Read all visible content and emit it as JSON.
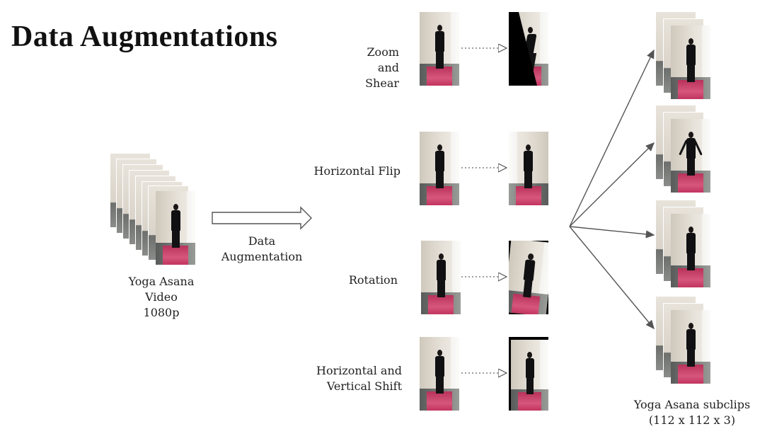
{
  "title": "Data Augmentations",
  "input": {
    "label_line1": "Yoga Asana",
    "label_line2": "Video",
    "label_line3": "1080p"
  },
  "arrow_label": {
    "line1": "Data",
    "line2": "Augmentation"
  },
  "augmentations": [
    {
      "lines": [
        "Zoom",
        "and",
        "Shear"
      ]
    },
    {
      "lines": [
        "Horizontal Flip"
      ]
    },
    {
      "lines": [
        "Rotation"
      ]
    },
    {
      "lines": [
        "Horizontal and",
        "Vertical Shift"
      ]
    }
  ],
  "output": {
    "label_line1": "Yoga Asana subclips",
    "label_line2": "(112 x 112 x 3)"
  },
  "colors": {
    "arrow": "#555555",
    "mat": "#c8365f",
    "outfit": "#111111"
  }
}
